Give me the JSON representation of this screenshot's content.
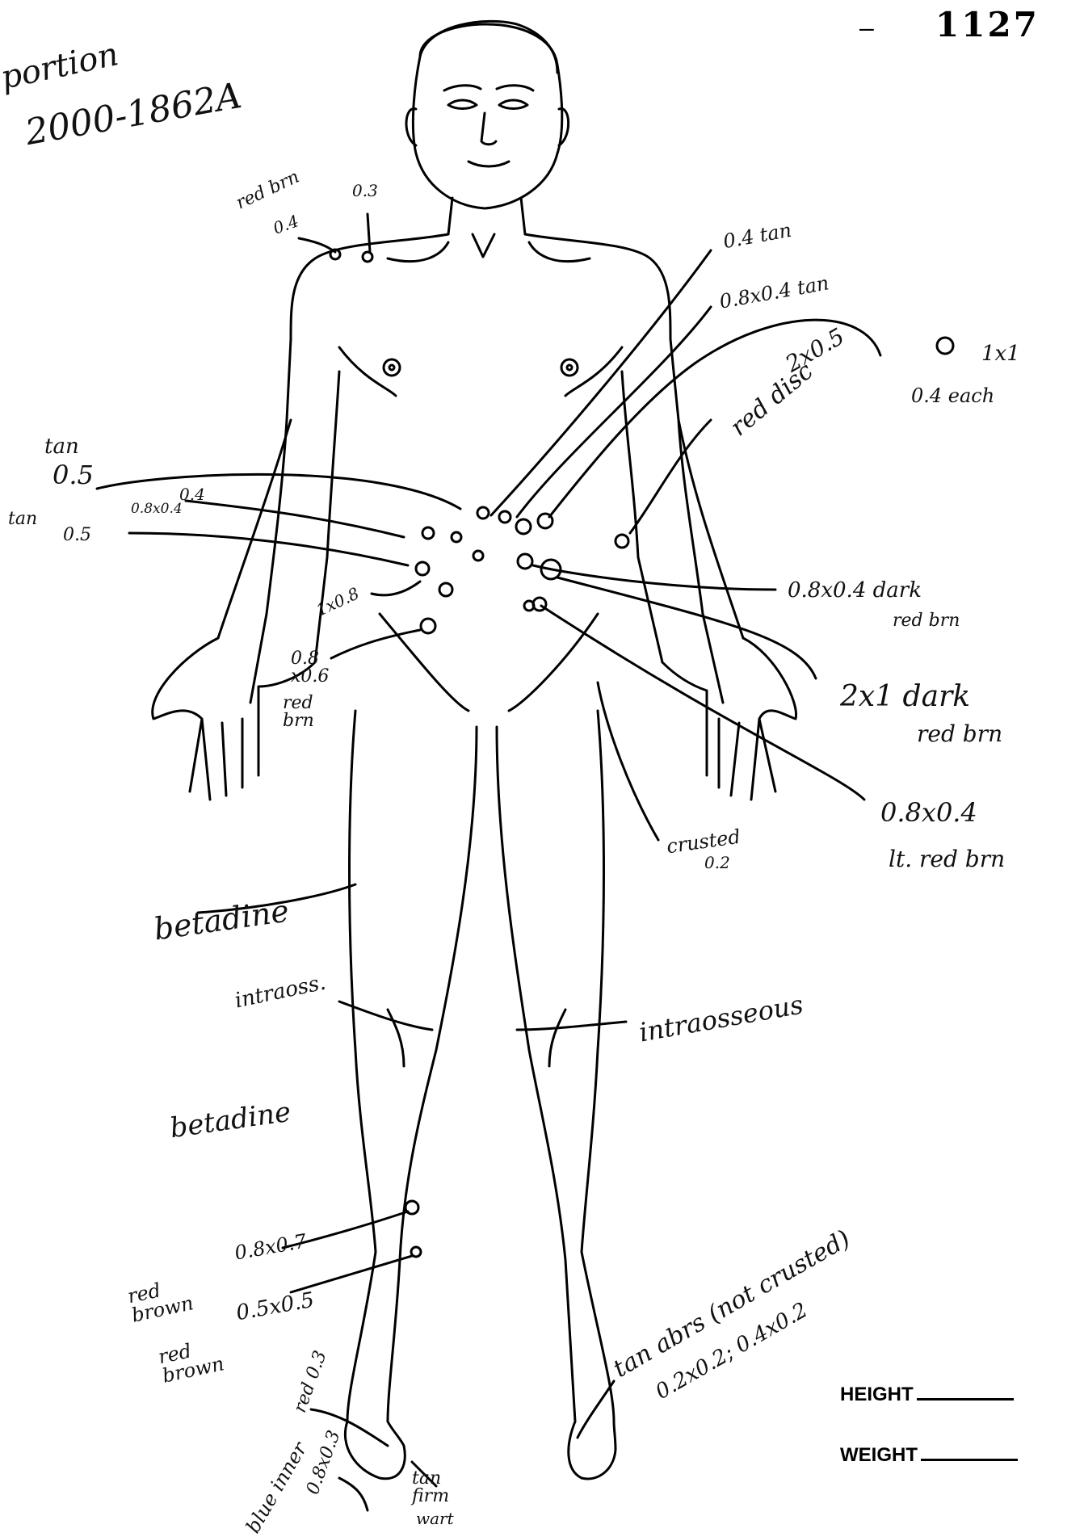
{
  "header": {
    "page_number": "1127",
    "dash": "–",
    "handwritten_note_1": "portion",
    "handwritten_case_no": "2000-1862A"
  },
  "measurements": {
    "height_label": "HEIGHT",
    "weight_label": "WEIGHT"
  },
  "annotations": {
    "shoulder_color": "red brn",
    "shoulder_size_a": "0.4",
    "shoulder_size_b": "0.3",
    "chest_tan_1": "0.4 tan",
    "chest_tan_2": "0.8x0.4 tan",
    "red_disc": "red disc",
    "red_disc_size": "2x0.5",
    "elbow_size": "1x1",
    "elbow_note": "0.4 each",
    "tan_left_1": "tan",
    "tan_left_1_size": "0.5",
    "tan_left_2": "tan",
    "tan_left_2_size": "0.5",
    "abd_small_1": "0.4",
    "abd_small_2": "0.8x0.4",
    "abd_1x08": "1x0.8",
    "abd_08x06": "0.8 x0.6",
    "abd_08x06_color": "red brn",
    "right_1": "0.8x0.4 dark",
    "right_1_color": "red brn",
    "right_2": "2x1 dark",
    "right_2_color": "red brn",
    "right_3": "0.8x0.4",
    "right_3_color": "lt. red brn",
    "crusted": "crusted",
    "crusted_size": "0.2",
    "betadine_1": "betadine",
    "intraoss_left": "intraoss.",
    "intraoss_right": "intraosseous",
    "betadine_2": "betadine",
    "leg_size_1": "0.8x0.7",
    "leg_size_2": "0.5x0.5",
    "leg_color_1": "red brown",
    "leg_color_2": "red brown",
    "foot_right_note": "tan abrs (not crusted)",
    "foot_right_sizes": "0.2x0.2; 0.4x0.2",
    "toe_red": "red 0.3",
    "toe_blue": "blue inner",
    "toe_blue_size": "0.8x0.3",
    "toe_tan": "tan firm",
    "toe_wart": "wart"
  }
}
